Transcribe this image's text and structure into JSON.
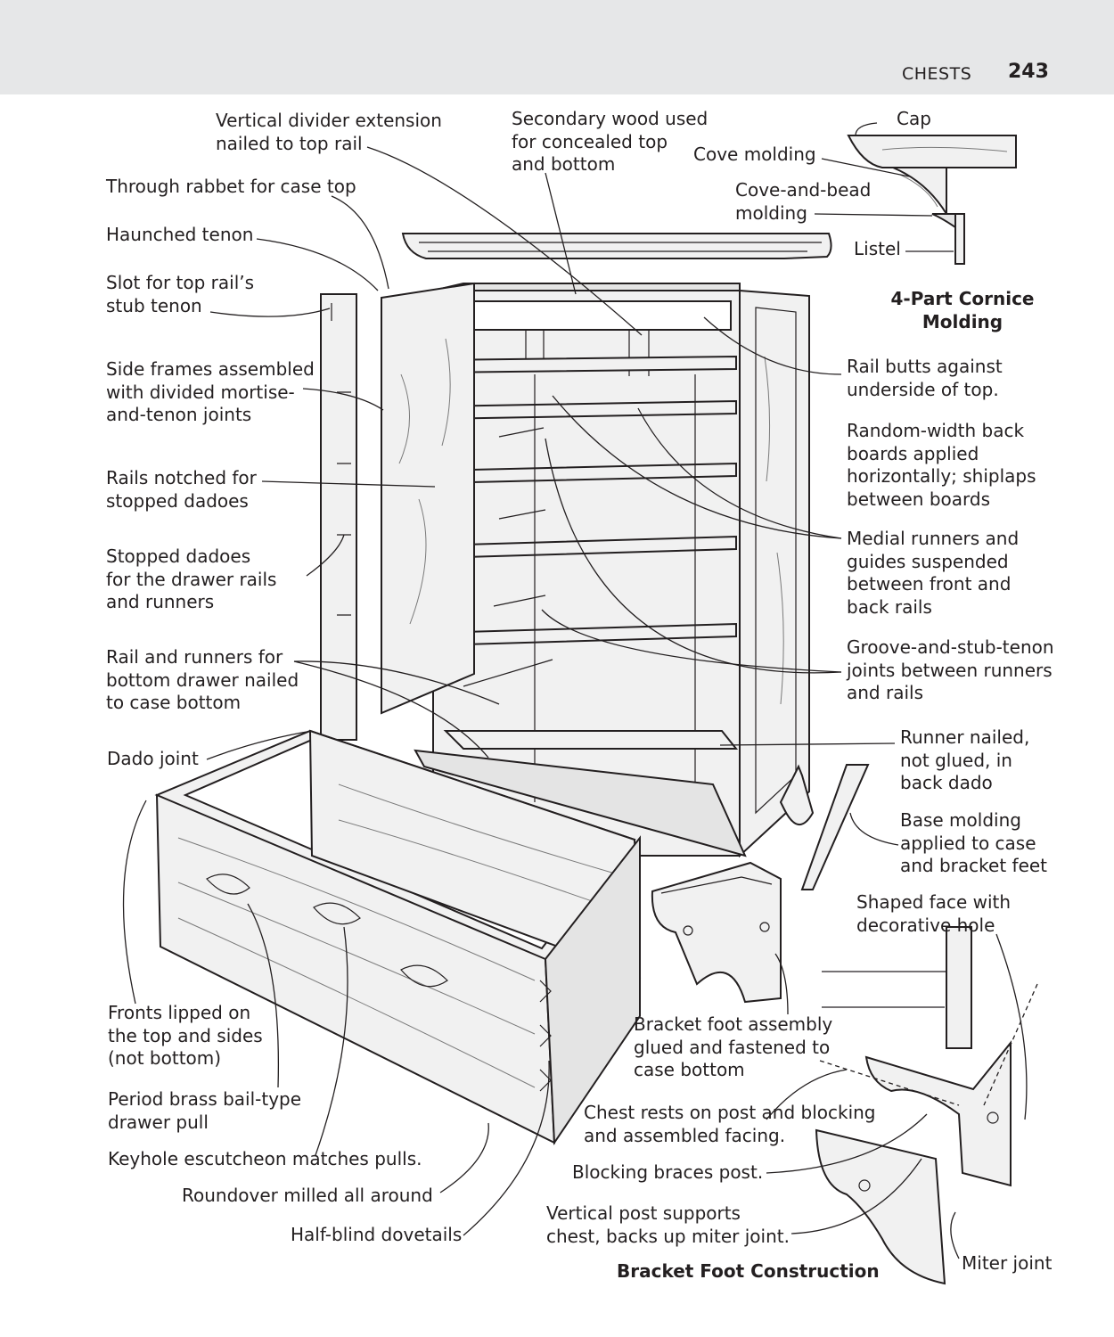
{
  "header": {
    "section": "CHESTS",
    "page_number": "243"
  },
  "labels": {
    "vertical_divider": "Vertical divider extension\nnailed to top rail",
    "secondary_wood": "Secondary wood used\nfor concealed top\nand bottom",
    "through_rabbet": "Through rabbet for case top",
    "haunched_tenon": "Haunched tenon",
    "slot_top_rail": "Slot for top rail’s\nstub tenon",
    "side_frames": "Side frames assembled\nwith divided mortise-\nand-tenon joints",
    "rails_notched": "Rails notched for\nstopped dadoes",
    "stopped_dadoes": "Stopped dadoes\nfor the drawer rails\nand runners",
    "rail_runners_bottom": "Rail and runners for\nbottom drawer nailed\nto case bottom",
    "dado_joint": "Dado joint",
    "cap": "Cap",
    "cove_molding": "Cove molding",
    "cove_bead": "Cove-and-bead\nmolding",
    "listel": "Listel",
    "rail_butts": "Rail butts against\nunderside of top.",
    "back_boards": "Random-width back\nboards applied\nhorizontally; shiplaps\nbetween boards",
    "medial_runners": "Medial runners and\nguides suspended\nbetween front and\nback rails",
    "groove_stub": "Groove-and-stub-tenon\njoints between runners\nand rails",
    "runner_nailed": "Runner nailed,\nnot glued, in\nback dado",
    "base_molding": "Base molding\napplied to case\nand bracket feet",
    "shaped_face": "Shaped face with\ndecorative hole",
    "bracket_assembly": "Bracket foot assembly\nglued and fastened to\ncase bottom",
    "fronts_lipped": "Fronts lipped on\nthe top and sides\n(not bottom)",
    "brass_pull": "Period brass bail-type\ndrawer pull",
    "keyhole": "Keyhole escutcheon matches pulls.",
    "roundover": "Roundover milled all around",
    "half_blind": "Half-blind dovetails",
    "chest_rests": "Chest rests on post and blocking\nand assembled facing.",
    "blocking_braces": "Blocking braces post.",
    "vertical_post": "Vertical post supports\nchest, backs up miter joint.",
    "miter_joint": "Miter joint"
  },
  "titles": {
    "cornice": "4-Part Cornice\nMolding",
    "bracket_foot": "Bracket Foot Construction"
  }
}
